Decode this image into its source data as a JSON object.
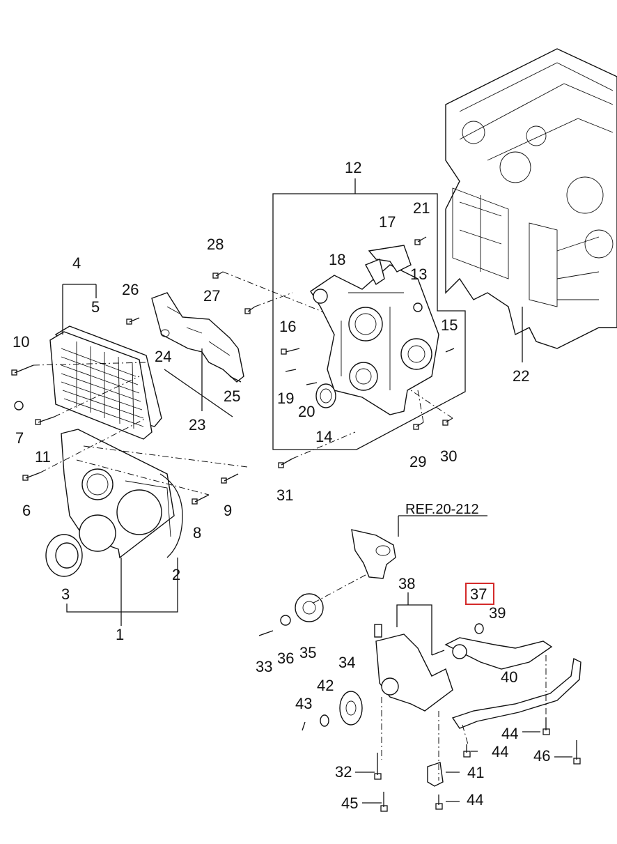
{
  "reference_label": "REF.20-212",
  "highlighted_part": "37",
  "callouts": [
    "1",
    "2",
    "3",
    "4",
    "5",
    "6",
    "7",
    "8",
    "9",
    "10",
    "11",
    "12",
    "13",
    "14",
    "15",
    "16",
    "17",
    "18",
    "19",
    "20",
    "21",
    "22",
    "23",
    "24",
    "25",
    "26",
    "27",
    "28",
    "29",
    "30",
    "31",
    "32",
    "33",
    "34",
    "35",
    "36",
    "37",
    "38",
    "39",
    "40",
    "41",
    "42",
    "43",
    "44",
    "44",
    "44",
    "45",
    "46"
  ],
  "colors": {
    "lines": "#111111",
    "highlight": "#d42a2a",
    "background": "#ffffff"
  }
}
